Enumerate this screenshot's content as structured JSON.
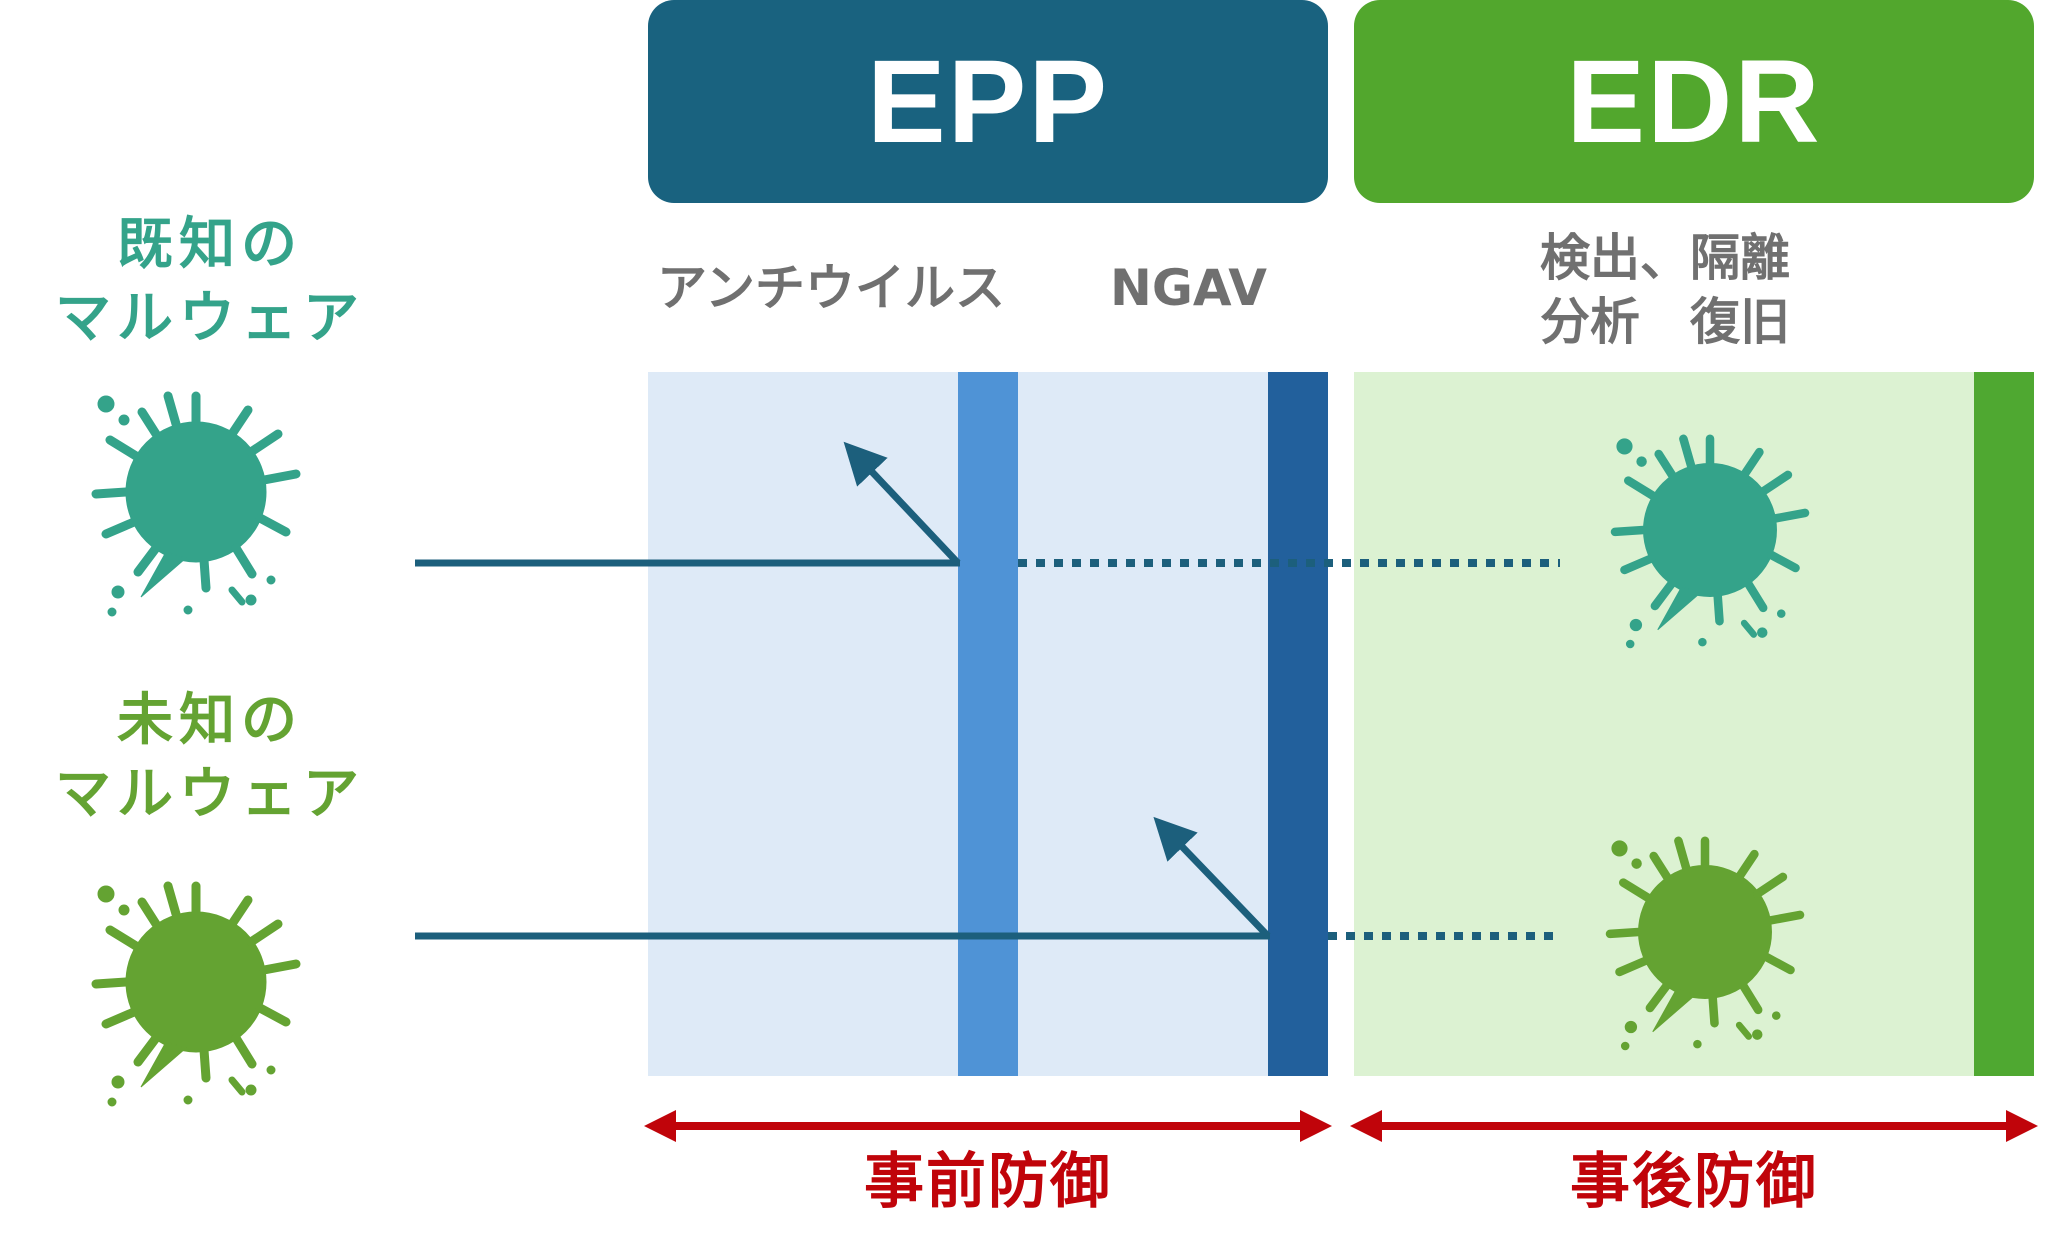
{
  "epp": {
    "title": "EPP",
    "features": {
      "antivirus": "アンチウイルス",
      "ngav": "NGAV"
    },
    "phase": "事前防御"
  },
  "edr": {
    "title": "EDR",
    "features": {
      "line1": "検出、隔離",
      "line2": "分析　復旧"
    },
    "phase": "事後防御"
  },
  "malware": {
    "known": {
      "line1": "既知の",
      "line2": "マルウェア"
    },
    "unknown": {
      "line1": "未知の",
      "line2": "マルウェア"
    }
  },
  "colors": {
    "epp_header": "#19627f",
    "edr_header": "#52a72d",
    "known_malware": "#34a38a",
    "unknown_malware": "#64a332",
    "path_line": "#1c5f7c",
    "phase_arrow": "#c0040a"
  }
}
